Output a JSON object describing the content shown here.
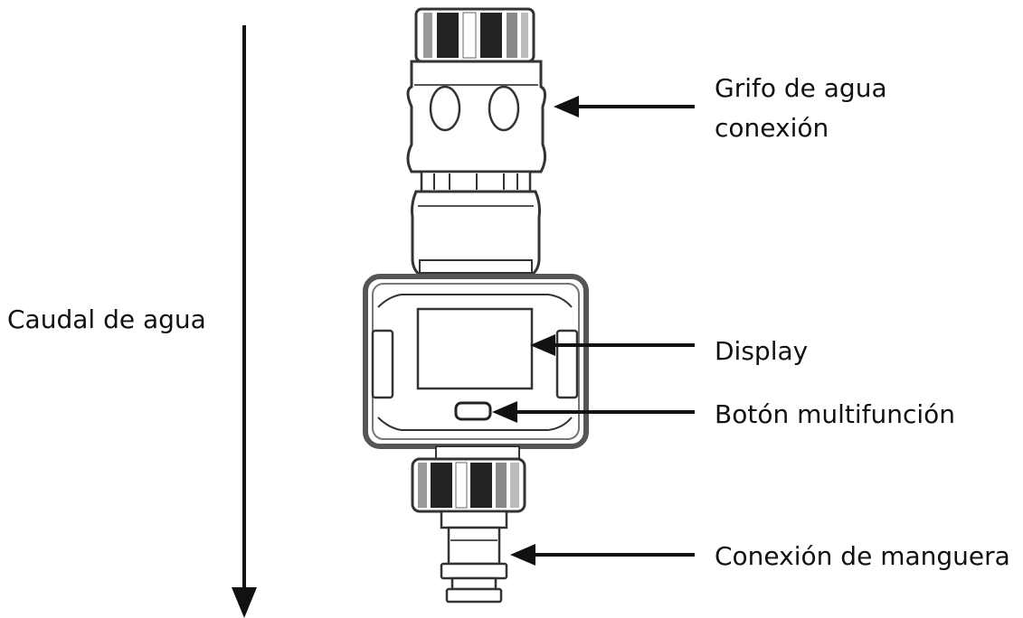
{
  "labels": {
    "flow": "Caudal de agua",
    "tap_line1": "Grifo de agua",
    "tap_line2": "conexión",
    "display": "Display",
    "button": "Botón multifunción",
    "hose": "Conexión de manguera"
  },
  "colors": {
    "ink": "#111111",
    "body": "#ffffff",
    "stroke": "#333333",
    "band": "#222222"
  },
  "icons": [
    "arrow-down-icon",
    "arrow-left-icon"
  ]
}
